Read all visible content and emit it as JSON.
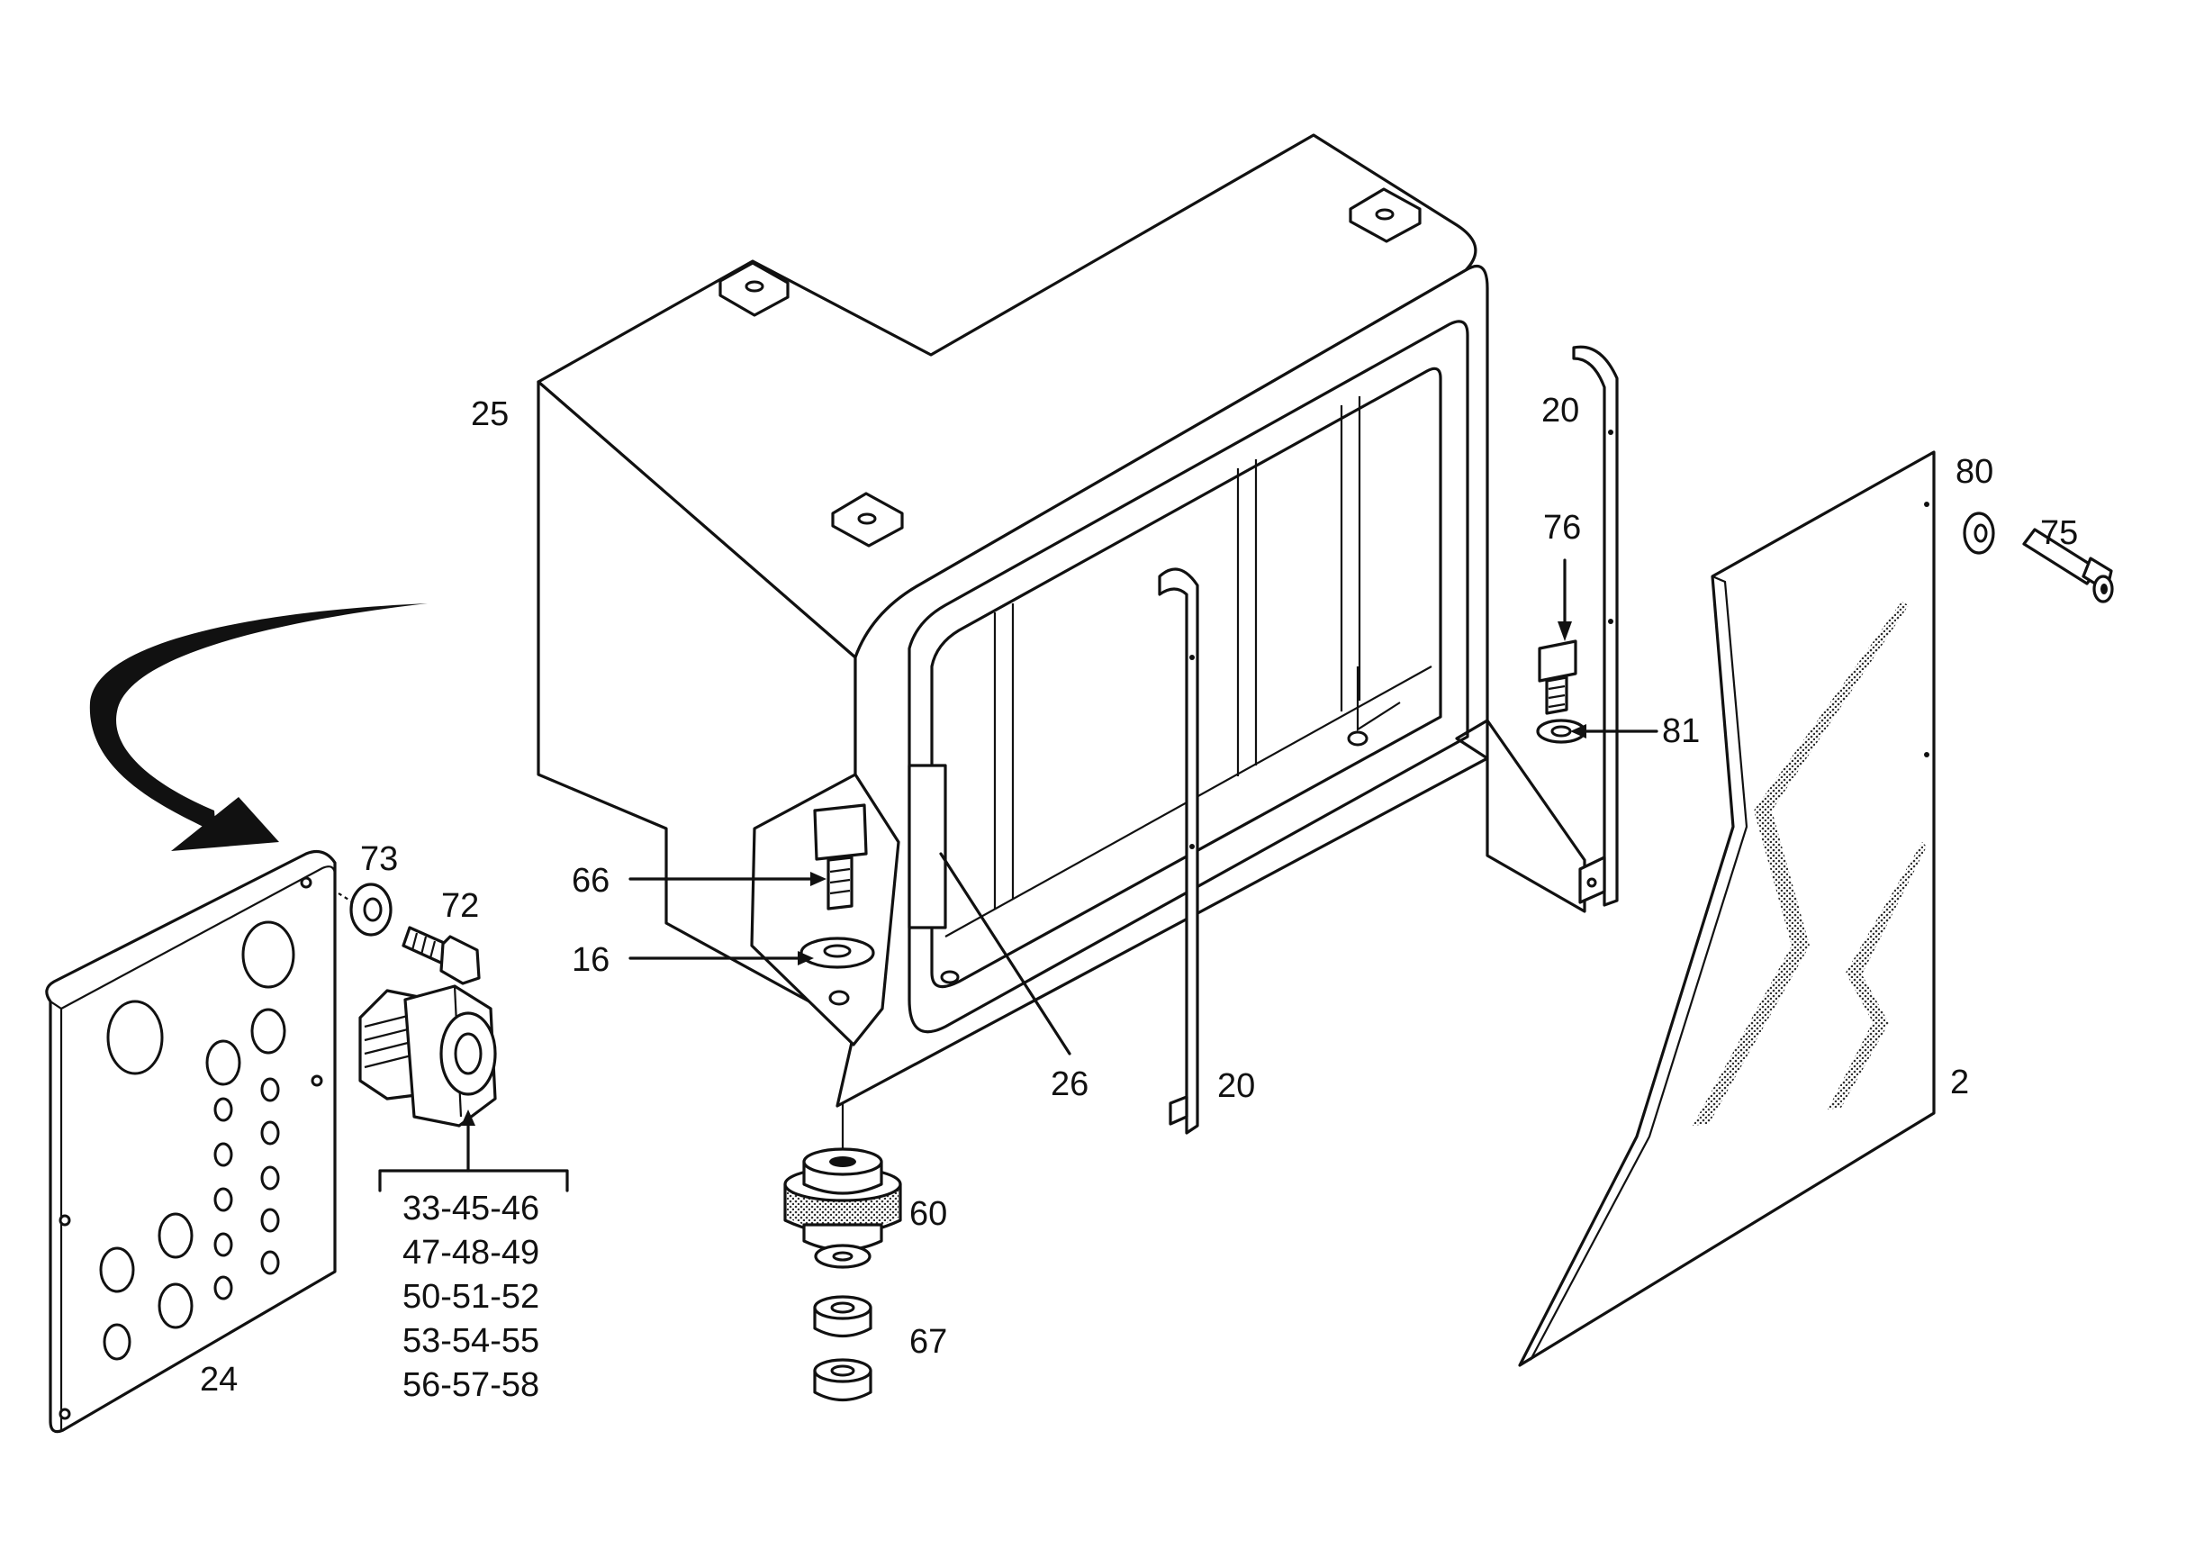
{
  "diagram": {
    "part_labels": {
      "p25": "25",
      "p20_right": "20",
      "p20_center": "20",
      "p76": "76",
      "p80": "80",
      "p75": "75",
      "p81": "81",
      "p2": "2",
      "p73": "73",
      "p72": "72",
      "p66": "66",
      "p16": "16",
      "p26": "26",
      "p60": "60",
      "p67": "67",
      "p24": "24"
    },
    "gland_group": [
      "33-45-46",
      "47-48-49",
      "50-51-52",
      "53-54-55",
      "56-57-58"
    ]
  }
}
